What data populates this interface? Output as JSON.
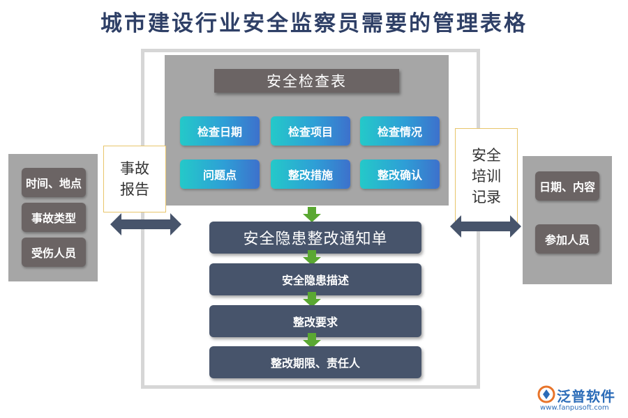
{
  "title": "城市建设行业安全监察员需要的管理表格",
  "checklist": {
    "header": "安全检查表",
    "items": [
      "检查日期",
      "检查项目",
      "检查情况",
      "问题点",
      "整改措施",
      "整改确认"
    ]
  },
  "flow": {
    "notice": "安全隐患整改通知单",
    "steps": [
      "安全隐患描述",
      "整改要求",
      "整改期限、责任人"
    ]
  },
  "left": {
    "callout": [
      "事故",
      "报告"
    ],
    "items": [
      "时间、地点",
      "事故类型",
      "受伤人员"
    ]
  },
  "right": {
    "callout": [
      "安全",
      "培训",
      "记录"
    ],
    "items": [
      "日期、内容",
      "参加人员"
    ]
  },
  "logo": {
    "name": "泛普软件",
    "url": "www.fanpusoft.com"
  },
  "colors": {
    "title": "#2e3f66",
    "panel_grey": "#a6a6a6",
    "item_dark": "#6b6464",
    "navy": "#47546b",
    "arrow_green": "#5aa832",
    "arrow_blue": "#47546b",
    "callout_border": "#e8c56a",
    "cyan_start": "#24c9c9",
    "cyan_end": "#3d71cc"
  }
}
